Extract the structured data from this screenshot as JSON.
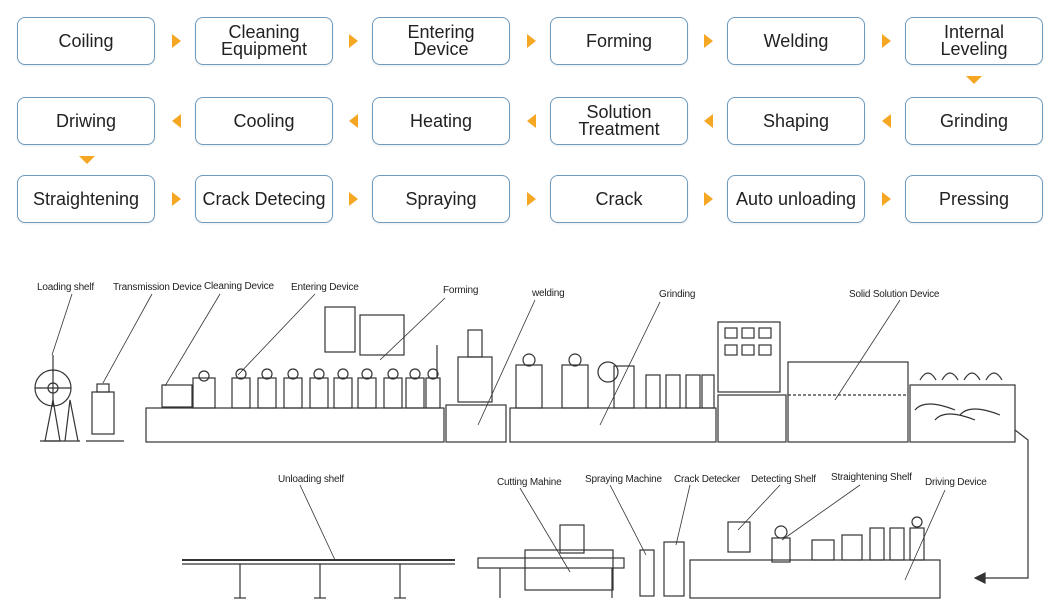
{
  "flow": {
    "row1": [
      "Coiling",
      "Cleaning\nEquipment",
      "Entering\nDevice",
      "Forming",
      "Welding",
      "Internal\nLeveling"
    ],
    "row2": [
      "Driwing",
      "Cooling",
      "Heating",
      "Solution\nTreatment",
      "Shaping",
      "Grinding"
    ],
    "row3": [
      "Straightening",
      "Crack Detecing",
      "Spraying",
      "Crack",
      "Auto unloading",
      "Pressing"
    ]
  },
  "diagram": {
    "top_labels": {
      "loading_shelf": "Loading shelf",
      "transmission_device": "Transmission Device",
      "cleaning_device": "Cleaning Device",
      "entering_device": "Entering Device",
      "forming": "Forming",
      "welding": "welding",
      "grinding": "Grinding",
      "solid_solution_device": "Solid Solution Device"
    },
    "bottom_labels": {
      "unloading_shelf": "Unloading shelf",
      "cutting_machine": "Cutting Mahine",
      "spraying_machine": "Spraying Machine",
      "crack_detecker": "Crack Detecker",
      "detecting_shelf": "Detecting Shelf",
      "straightening_shelf": "Straightening Shelf",
      "driving_device": "Driving Device"
    }
  },
  "colors": {
    "box_border": "#6f9bbf",
    "arrow": "#f5a623",
    "line": "#333333"
  }
}
